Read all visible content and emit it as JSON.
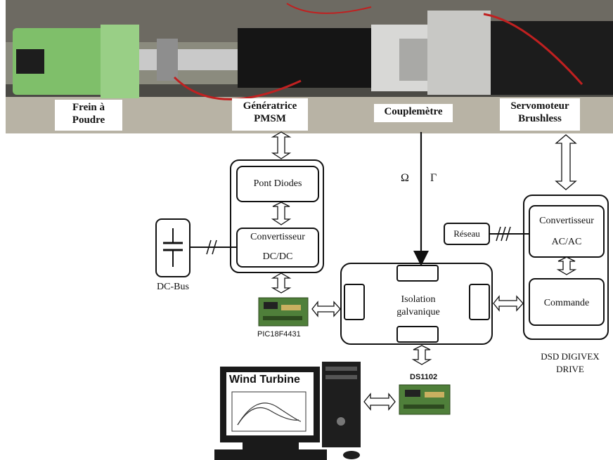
{
  "photo": {
    "labels": {
      "frein": "Frein à\nPoudre",
      "generatrice": "Génératrice\nPMSM",
      "couplemetre": "Couplemètre",
      "servomoteur": "Servomoteur\nBrushless"
    }
  },
  "signals": {
    "omega": "Ω",
    "gamma": "Γ"
  },
  "blocks": {
    "pont_diodes": "Pont Diodes",
    "convertisseur_dcdc_1": "Convertisseur",
    "convertisseur_dcdc_2": "DC/DC",
    "dc_bus": "DC-Bus",
    "pic": "PIC18F4431",
    "isolation_1": "Isolation",
    "isolation_2": "galvanique",
    "reseau": "Réseau",
    "convertisseur_acac_1": "Convertisseur",
    "convertisseur_acac_2": "AC/AC",
    "commande": "Commande",
    "dsd_1": "DSD DIGIVEX",
    "dsd_2": "DRIVE",
    "ds1102": "DS1102"
  },
  "computer": {
    "screen_title": "Wind Turbine"
  },
  "colors": {
    "frame": "#111111",
    "photo_dark": "#2a2a2a",
    "motor_green": "#7fbf6a",
    "board_green": "#4f7f3a"
  }
}
